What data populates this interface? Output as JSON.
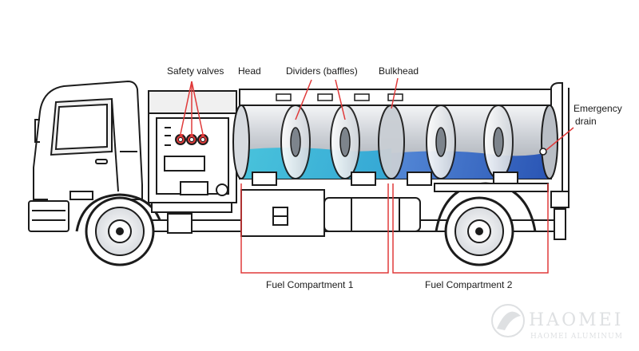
{
  "labels": {
    "safety_valves": "Safety valves",
    "head": "Head",
    "dividers": "Dividers (baffles)",
    "bulkhead": "Bulkhead",
    "emergency_drain_1": "Emergency",
    "emergency_drain_2": "drain",
    "compartment_1": "Fuel Compartment 1",
    "compartment_2": "Fuel Compartment 2"
  },
  "watermark": {
    "brand": "HAOMEI",
    "sub": "HAOMEI ALUMINUM"
  },
  "colors": {
    "callout_red": "#e03a3a",
    "fuel_light": "#3ccbe6",
    "fuel_dark": "#2a66c6",
    "outline": "#1c1c1c",
    "tank_grey": "#cfd3d8"
  },
  "icons": [
    "truck-cab-icon",
    "wheel-icon",
    "valve-icon",
    "baffle-icon",
    "watermark-logo-icon"
  ]
}
